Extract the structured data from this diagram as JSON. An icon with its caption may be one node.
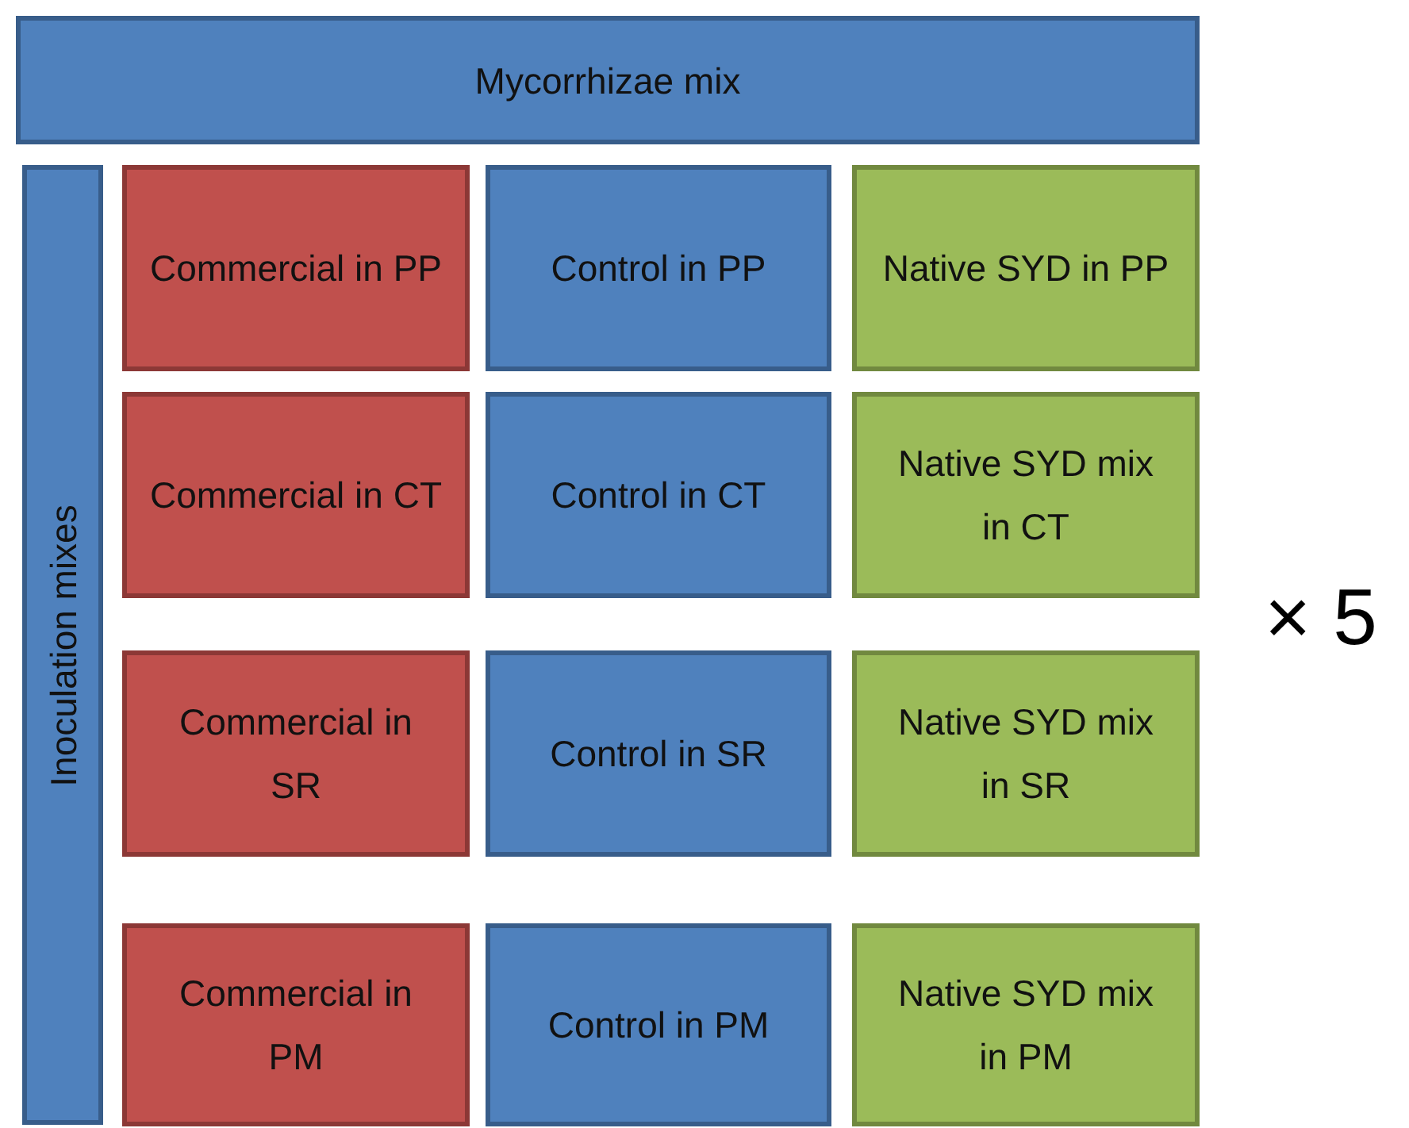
{
  "diagram": {
    "nodes": [
      {
        "text": [
          "Mycorrhizae mix"
        ]
      },
      {
        "text": [
          "Inoculation mixes"
        ]
      },
      {
        "text": [
          "Commercial in PP"
        ]
      },
      {
        "text": [
          "Control in PP"
        ]
      },
      {
        "text": [
          "Native SYD in PP"
        ]
      },
      {
        "text": [
          "Commercial in CT"
        ]
      },
      {
        "text": [
          "Control in CT"
        ]
      },
      {
        "text": [
          "Native SYD mix in CT"
        ]
      },
      {
        "text": [
          "Commercial in SR"
        ]
      },
      {
        "text": [
          "Control in SR"
        ]
      },
      {
        "text": [
          "Native SYD mix in SR"
        ]
      },
      {
        "text": [
          "Commercial in PM"
        ]
      },
      {
        "text": [
          "Control in PM"
        ]
      },
      {
        "text": [
          "Native SYD mix in PM"
        ]
      }
    ],
    "labels": [
      "× 5"
    ]
  }
}
